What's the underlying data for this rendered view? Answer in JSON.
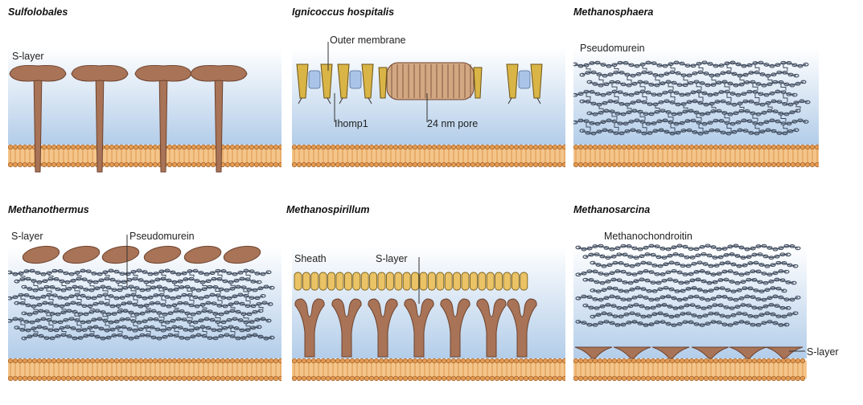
{
  "colors": {
    "membrane_head": "#e39a52",
    "membrane_tail": "#f4c58a",
    "protein": "#a87356",
    "sheath": "#eac366",
    "ihomp": "#d9b446",
    "chain": "#3e4a5c",
    "gradient_top": "#ffffff",
    "gradient_bottom": "#b3cde9"
  },
  "panels": [
    {
      "id": "sulfolobales",
      "title": "Sulfolobales",
      "labels": {
        "s_layer": "S-layer"
      }
    },
    {
      "id": "ignicoccus",
      "title": "Ignicoccus hospitalis",
      "labels": {
        "outer_membrane": "Outer membrane",
        "ihomp1": "Ihomp1",
        "pore": "24 nm pore"
      }
    },
    {
      "id": "methanosphaera",
      "title": "Methanosphaera",
      "labels": {
        "pseudomurein": "Pseudomurein"
      }
    },
    {
      "id": "methanothermus",
      "title": "Methanothermus",
      "labels": {
        "s_layer": "S-layer",
        "pseudomurein": "Pseudomurein"
      }
    },
    {
      "id": "methanospirillum",
      "title": "Methanospirillum",
      "labels": {
        "sheath": "Sheath",
        "s_layer": "S-layer"
      }
    },
    {
      "id": "methanosarcina",
      "title": "Methanosarcina",
      "labels": {
        "methanochondroitin": "Methanochondroitin",
        "s_layer": "S-layer"
      }
    }
  ]
}
